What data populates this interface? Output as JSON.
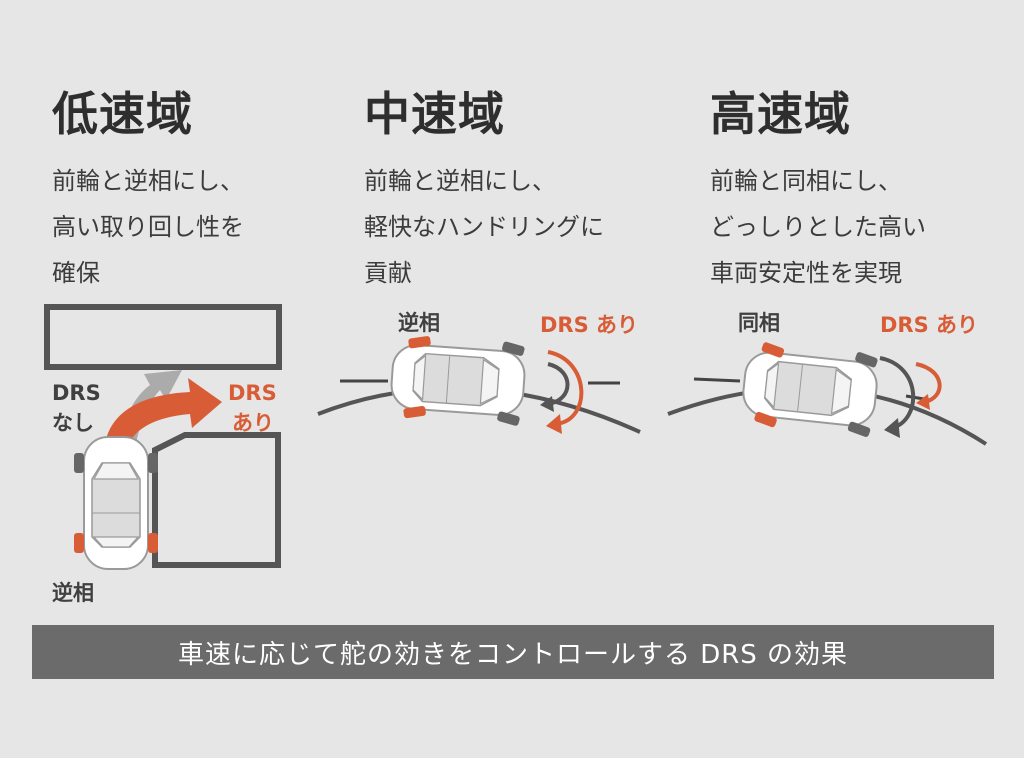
{
  "columns": [
    {
      "heading": "低速域",
      "description": "前輪と逆相にし、\n高い取り回し性を\n確保"
    },
    {
      "heading": "中速域",
      "description": "前輪と逆相にし、\n軽快なハンドリングに\n貢献"
    },
    {
      "heading": "高速域",
      "description": "前輪と同相にし、\nどっしりとした高い\n車両安定性を実現"
    }
  ],
  "low": {
    "drs_off_line1": "DRS",
    "drs_off_line2": "なし",
    "drs_on_line1": "DRS",
    "drs_on_line2": "あり",
    "phase": "逆相"
  },
  "mid": {
    "phase": "逆相",
    "drs_on": "DRS あり"
  },
  "high": {
    "phase": "同相",
    "drs_on": "DRS あり"
  },
  "caption": "車速に応じて舵の効きをコントロールする DRS の効果",
  "colors": {
    "accent": "#d85d36",
    "background": "#e6e6e6",
    "caption_bar": "#6b6b6b",
    "text": "#3a3a3a"
  }
}
